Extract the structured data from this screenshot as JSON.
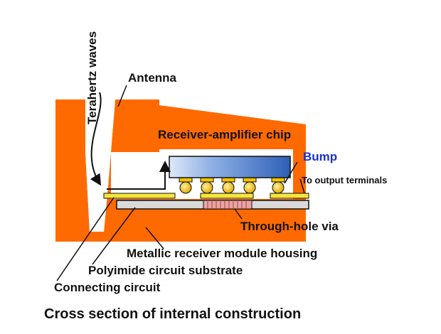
{
  "labels": {
    "terahertz_waves": "Terahertz waves",
    "antenna": "Antenna",
    "chip": "Receiver-amplifier chip",
    "bump": "Bump",
    "output": "To output terminals",
    "via": "Through-hole via",
    "housing": "Metallic receiver module housing",
    "substrate": "Polyimide circuit substrate",
    "connecting": "Connecting circuit"
  },
  "caption": "Cross section of internal construction",
  "colors": {
    "housing": "#ff6a00",
    "chip_light": "#dce8f8",
    "chip_dark": "#2e5fb8",
    "bump": "#f2c200",
    "substrate": "#d9d9d9",
    "circuit": "#f5e43a",
    "via": "#e8a5a5",
    "bump_label": "#1a33cc"
  }
}
